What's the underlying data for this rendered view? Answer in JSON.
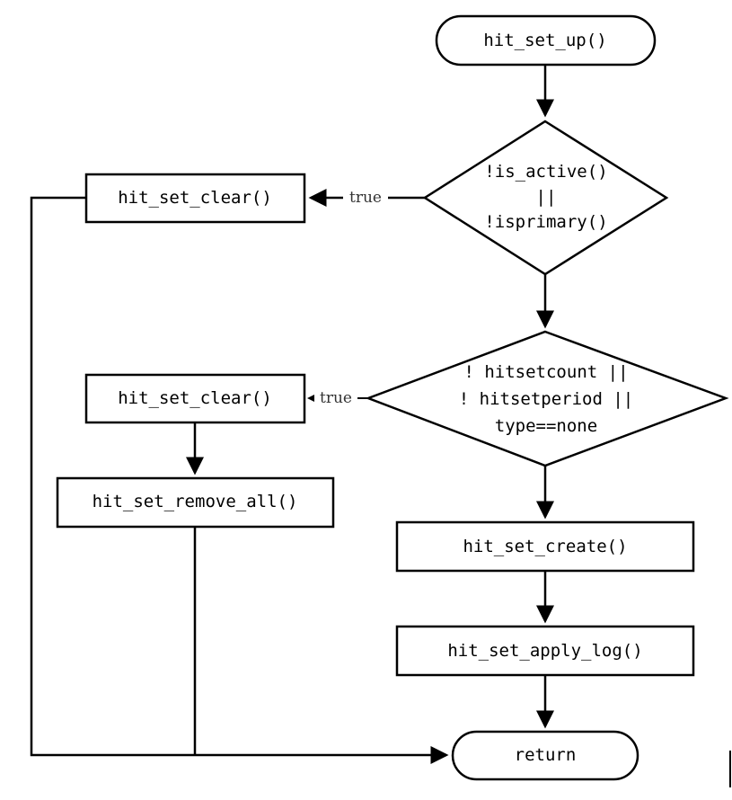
{
  "nodes": {
    "start": "hit_set_up()",
    "decision1": [
      "!is_active()",
      "||",
      "!isprimary()"
    ],
    "clear1": "hit_set_clear()",
    "decision2": [
      "! hitsetcount ||",
      "! hitsetperiod ||",
      "type==none"
    ],
    "clear2": "hit_set_clear()",
    "remove_all": "hit_set_remove_all()",
    "create": "hit_set_create()",
    "apply_log": "hit_set_apply_log()",
    "end": "return"
  },
  "edge_labels": {
    "decision1_true": "true",
    "decision2_true": "true"
  }
}
